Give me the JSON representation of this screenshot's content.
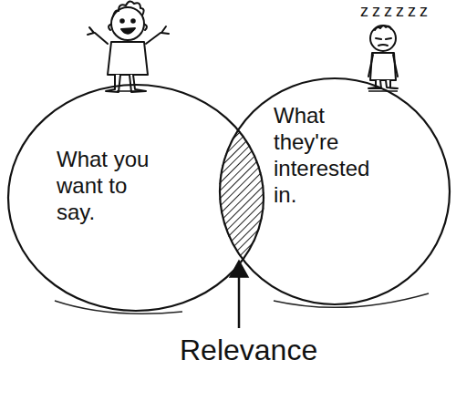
{
  "diagram": {
    "nodes": [
      {
        "text": [
          "What you want to say."
        ]
      },
      {
        "text": [
          "What they're interested in."
        ]
      }
    ],
    "labels": [
      "zzzzzz",
      "Relevance"
    ]
  }
}
